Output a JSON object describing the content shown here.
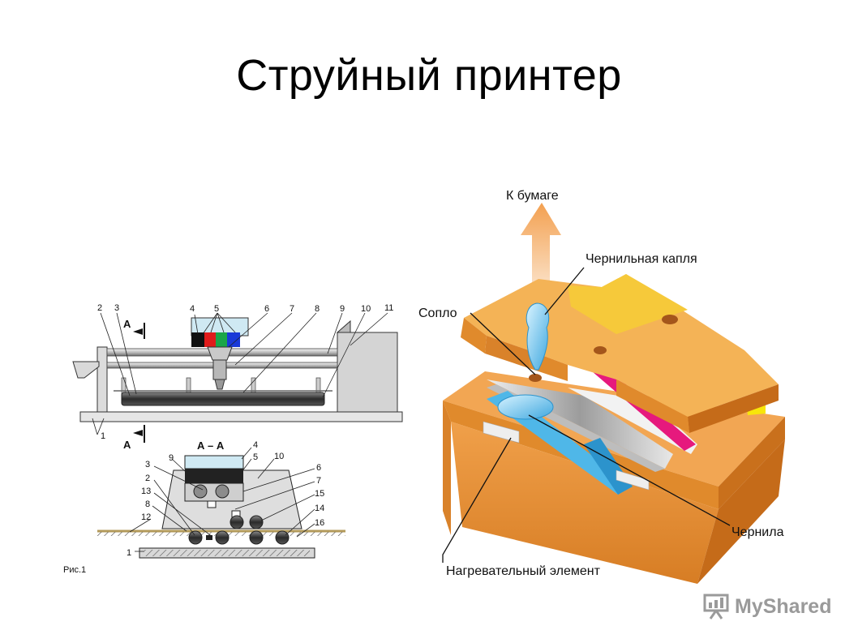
{
  "title": "Струйный принтер",
  "left": {
    "fig_caption": "Рис.1",
    "section_marker": "А",
    "section_title": "А – А",
    "top_numbers": [
      "2",
      "3",
      "4",
      "5",
      "6",
      "7",
      "8",
      "9",
      "10",
      "11"
    ],
    "bottom_label": "1",
    "section_left_numbers": [
      "3",
      "2",
      "13",
      "8",
      "12"
    ],
    "section_right_numbers": [
      "6",
      "7",
      "15",
      "14",
      "16"
    ],
    "section_top_numbers": [
      "9",
      "4",
      "5",
      "10"
    ],
    "section_base_number": "1",
    "cartridge_colors": [
      "#111111",
      "#e01b1b",
      "#1aa64a",
      "#1a3ad8"
    ]
  },
  "right": {
    "to_paper": "К бумаге",
    "ink_drop": "Чернильная капля",
    "nozzle": "Сопло",
    "ink": "Чернила",
    "heater": "Нагревательный элемент"
  },
  "watermark": {
    "text": "MyShared"
  }
}
